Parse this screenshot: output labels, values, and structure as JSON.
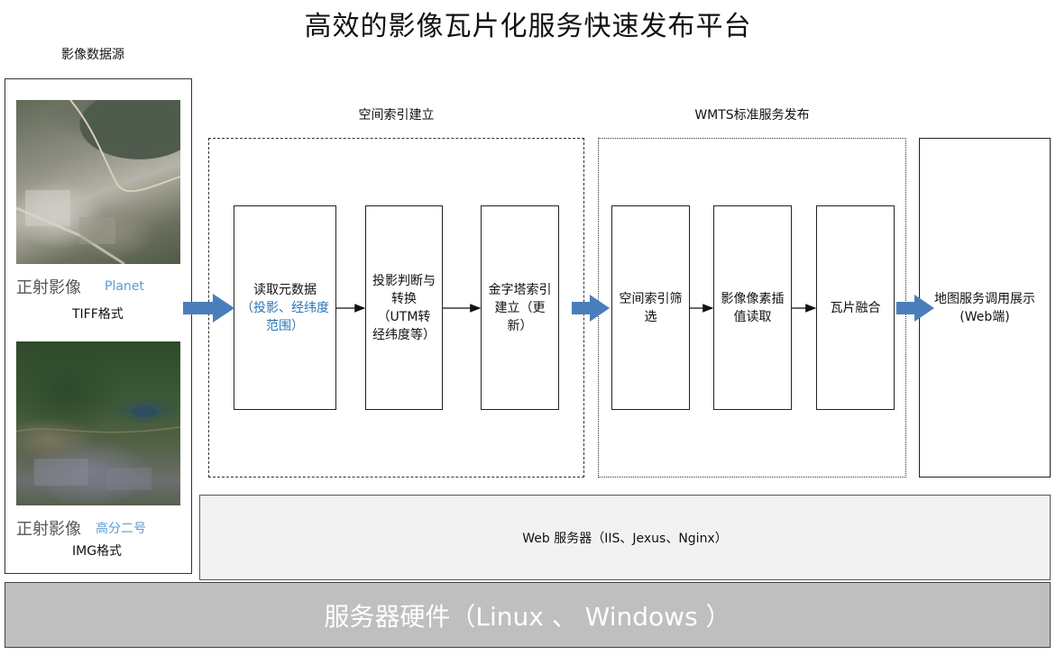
{
  "title": "高效的影像瓦片化服务快速发布平台",
  "source": {
    "heading": "影像数据源",
    "image1": {
      "label": "正射影像",
      "sensor": "Planet",
      "format": "TIFF格式"
    },
    "image2": {
      "label": "正射影像",
      "sensor": "高分二号",
      "format": "IMG格式"
    }
  },
  "index_group": {
    "label": "空间索引建立",
    "steps": {
      "s1": {
        "line1": "读取元数据",
        "note": "（投影、经纬度范围）"
      },
      "s2": {
        "text": "投影判断与转换（UTM转经纬度等）"
      },
      "s3": {
        "text": "金字塔索引建立（更新）"
      }
    }
  },
  "wmts_group": {
    "label": "WMTS标准服务发布",
    "steps": {
      "s1": {
        "text": "空间索引筛选"
      },
      "s2": {
        "text": "影像像素插值读取"
      },
      "s3": {
        "text": "瓦片融合"
      }
    }
  },
  "display": {
    "line1": "地图服务调用展示",
    "line2": "(Web端)"
  },
  "web_server": "Web 服务器（IIS、Jexus、Nginx）",
  "hardware": "服务器硬件（Linux 、 Windows ）",
  "colors": {
    "arrow_blue": "#4a7ebb",
    "highlight_text": "#2e75b6",
    "hardware_bg": "#bfbfbf",
    "web_bg": "#f2f2f2"
  }
}
